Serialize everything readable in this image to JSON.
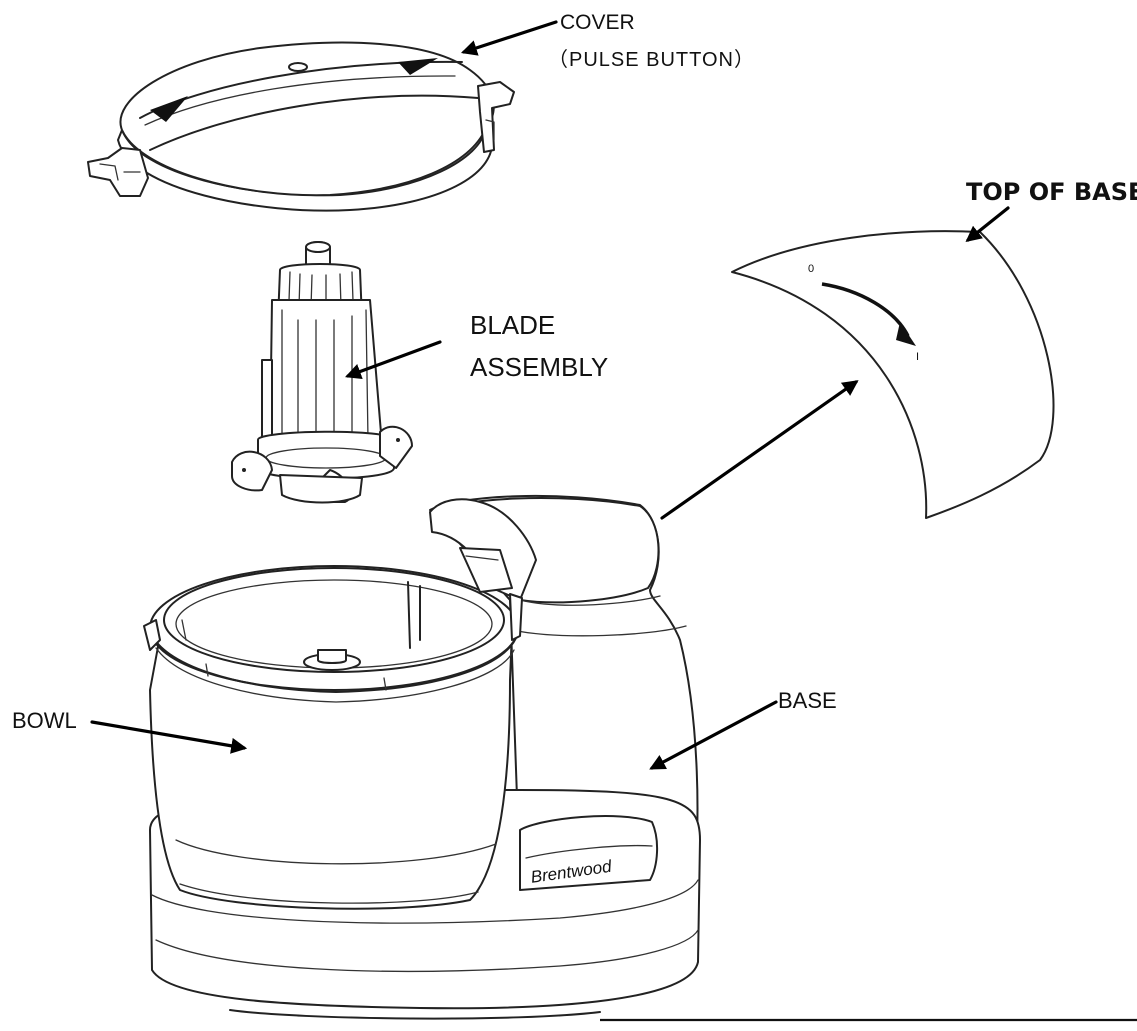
{
  "labels": {
    "cover": "COVER",
    "cover_sub": "（PULSE BUTTON）",
    "top_of_base": "TOP OF BASE",
    "blade_line1": "BLADE",
    "blade_line2": "ASSEMBLY",
    "bowl": "BOWL",
    "base": "BASE",
    "brand": "Brentwood"
  },
  "colors": {
    "line": "#222222",
    "arrow": "#000000",
    "background": "#ffffff"
  }
}
